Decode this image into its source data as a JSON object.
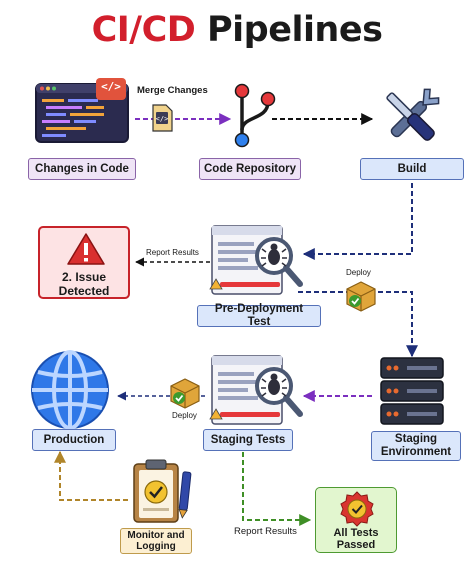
{
  "title": {
    "part1": "CI/CD",
    "part2": "Pipelines"
  },
  "nodes": {
    "changes_in_code": "Changes in Code",
    "code_repository": "Code Repository",
    "build": "Build",
    "issue_detected": "2. Issue\nDetected",
    "pre_deployment_test": "Pre-Deployment Test",
    "staging_environment": "Staging\nEnvironment",
    "staging_tests": "Staging Tests",
    "production": "Production",
    "monitor_logging": "Monitor and\nLogging",
    "all_tests_passed": "All Tests\nPassed"
  },
  "edges": {
    "merge_changes": "Merge Changes",
    "report_results_top": "Report Results",
    "deploy_top": "Deploy",
    "deploy_bottom": "Deploy",
    "report_results_bottom": "Report Results"
  },
  "code_icon_text": "</>",
  "colors": {
    "title_red": "#d21f2c",
    "arrow_purple": "#7b2fbf",
    "arrow_black": "#111111",
    "arrow_navy": "#1e2f7a",
    "arrow_gold": "#b0852a",
    "arrow_green": "#3f8f26"
  }
}
